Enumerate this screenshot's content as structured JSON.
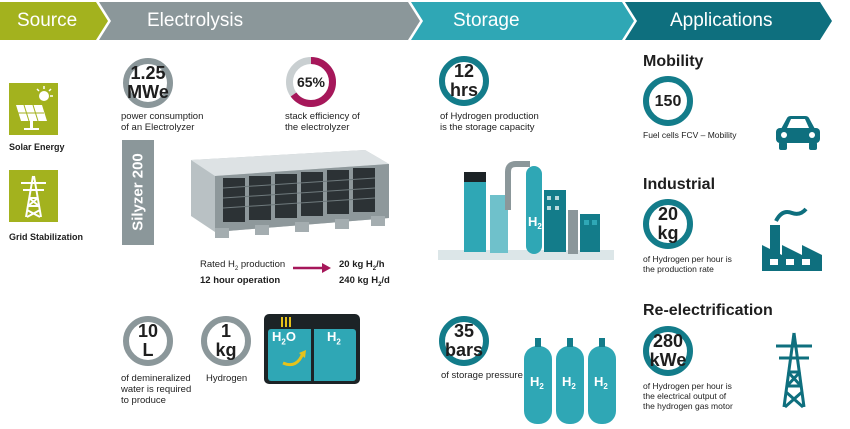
{
  "headers": {
    "source": "Source",
    "electrolysis": "Electrolysis",
    "storage": "Storage",
    "applications": "Applications"
  },
  "colors": {
    "source": "#a3b21e",
    "electrolysis": "#8b979a",
    "storage": "#2fa7b5",
    "applications": "#0e6f7e",
    "efficiency_arc": "#a6175a",
    "arrow": "#a6175a"
  },
  "source": {
    "solar_label": "Solar Energy",
    "solar_icon": "solar-panel-icon",
    "grid_label": "Grid Stabilization",
    "grid_icon": "power-tower-icon"
  },
  "electrolysis": {
    "power": {
      "value": "1.25",
      "unit": "MWe",
      "label_line1": "power consumption",
      "label_line2": "of an Electrolyzer"
    },
    "efficiency": {
      "value": "65%",
      "percent": 65,
      "label_line1": "stack efficiency of",
      "label_line2": "the electrolyzer"
    },
    "product_name": "Silyzer 200",
    "rated_line1_pre": "Rated H",
    "rated_line1_sub": "2",
    "rated_line1_post": " production",
    "rated_line2": "12 hour operation",
    "result_line1_pre": "20 kg H",
    "result_line1_sub": "2",
    "result_line1_post": "/h",
    "result_line2_pre": "240 kg H",
    "result_line2_sub": "2",
    "result_line2_post": "/d",
    "water": {
      "value": "10",
      "unit": "L",
      "label_line1": "of demineralized",
      "label_line2": "water is required",
      "label_line3": "to produce"
    },
    "hydrogen": {
      "value": "1",
      "unit": "kg",
      "label": "Hydrogen"
    },
    "tank_left_pre": "H",
    "tank_left_sub": "2",
    "tank_left_post": "O",
    "tank_right_pre": "H",
    "tank_right_sub": "2"
  },
  "storage": {
    "capacity": {
      "value": "12",
      "unit": "hrs",
      "label_line1": "of Hydrogen production",
      "label_line2": "is the storage capacity"
    },
    "pressure": {
      "value": "35",
      "unit": "bars",
      "label": "of storage pressure"
    },
    "plant_icon": "hydrogen-plant-icon",
    "tanks_icon": "hydrogen-tanks-icon",
    "tank_letter": "H",
    "tank_sub": "2"
  },
  "applications": {
    "mobility": {
      "title": "Mobility",
      "value": "150",
      "label": "Fuel cells FCV – Mobility",
      "icon": "car-icon"
    },
    "industrial": {
      "title": "Industrial",
      "value": "20",
      "unit": "kg",
      "label_line1": "of Hydrogen per hour is",
      "label_line2": "the production rate",
      "icon": "factory-icon"
    },
    "reelectrification": {
      "title": "Re-electrification",
      "value": "280",
      "unit": "kWe",
      "label_line1": "of Hydrogen per hour is",
      "label_line2": "the electrical output of",
      "label_line3": "the hydrogen gas motor",
      "icon": "power-tower-icon"
    }
  }
}
